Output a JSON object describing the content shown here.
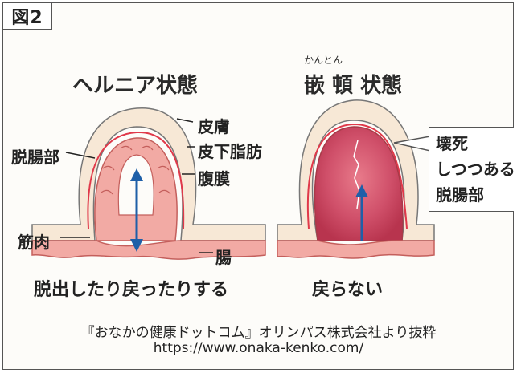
{
  "figure_label": "図2",
  "left": {
    "title": "ヘルニア状態",
    "labels": {
      "skin": "皮膚",
      "subcutaneous_fat": "皮下脂肪",
      "peritoneum": "腹膜",
      "prolapsed_intestine": "脱腸部",
      "muscle": "筋肉",
      "intestine": "腸"
    },
    "caption": "脱出したり戻ったりする"
  },
  "right": {
    "ruby": "かんとん",
    "title": "嵌 頓 状態",
    "callout": [
      "壊死",
      "しつつある",
      "脱腸部"
    ],
    "caption": "戻らない"
  },
  "credit": {
    "line1": "『おなかの健康ドットコム』オリンパス株式会社より抜粋",
    "line2": "https://www.onaka-kenko.com/"
  },
  "colors": {
    "intestine_fill": "#f2aaa4",
    "intestine_outline": "#c45f5c",
    "fat_layer": "#f7e8d6",
    "peritoneum_line": "#e0394a",
    "necrotic_dark": "#c83f57",
    "arrow": "#1e5fa8"
  }
}
